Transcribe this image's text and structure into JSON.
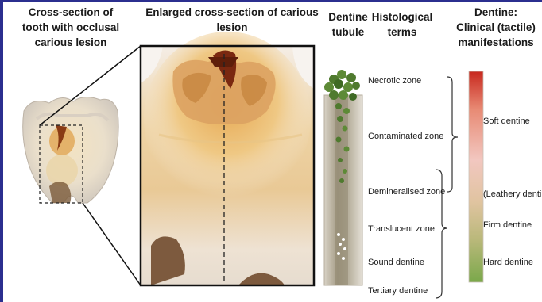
{
  "headings": {
    "tooth": [
      "Cross-section of",
      "tooth with occlusal",
      "carious lesion"
    ],
    "enlarged": [
      "Enlarged cross-section of carious",
      "lesion"
    ],
    "tubule": [
      "Dentine",
      "tubule"
    ],
    "histological": [
      "Histological",
      "terms"
    ],
    "clinical": [
      "Dentine:",
      "Clinical (tactile)",
      "manifestations"
    ]
  },
  "histological_terms": [
    "Necrotic zone",
    "Contaminated zone",
    "Demineralised zone",
    "Translucent zone",
    "Sound dentine",
    "Tertiary dentine"
  ],
  "clinical_terms": [
    "Soft dentine",
    "(Leathery dentine",
    "Firm dentine",
    "Hard dentine"
  ],
  "colors": {
    "frame": "#2b2f8f",
    "scale_top": "#c8281e",
    "scale_mid": "#f2c7c0",
    "scale_bottom": "#7aa84a"
  }
}
